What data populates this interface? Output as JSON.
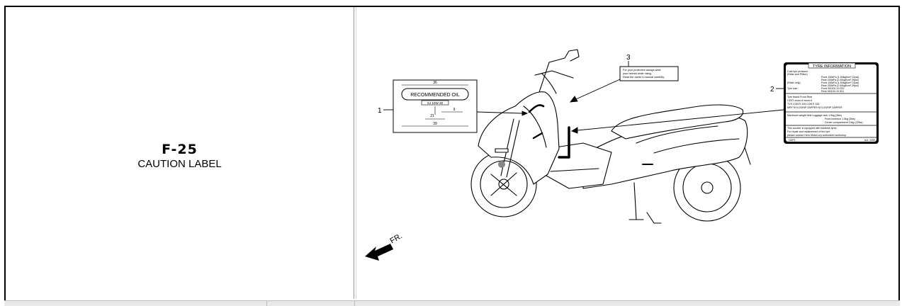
{
  "section": {
    "code": "F-25",
    "title": "CAUTION LABEL"
  },
  "figure": {
    "callouts": [
      "1",
      "2",
      "3"
    ],
    "direction_label": "FR.",
    "oil_label": {
      "title": "RECOMMENDED OIL",
      "grade": "SJ 10W-30",
      "dim_top": "36",
      "dim_mid_left": "21",
      "dim_mid_right": "9",
      "dim_bottom": "39"
    },
    "helmet_label": {
      "lines": [
        "For your protection always wear",
        "your helmet while riding.",
        "Read the owner's manual carefully."
      ]
    },
    "tyre_label": {
      "title": "TYRE INFORMATION",
      "lines": [
        "Cold tyre pressure :",
        "(Rider and Pillion)",
        "Front 150kPa (1.50kgf/cm² 22psi)",
        "Rear 200kPa (2.00kgf/cm² 29psi)",
        "(Rider only)",
        "Front 150kPa (1.50kgf/cm² 22psi)",
        "Rear 200kPa (2.00kgf/cm² 29psi)",
        "Tyre size :",
        "Front 90/100-10 53J",
        "Rear 90/100-10 53J",
        "Tyre brand    Front           Rear",
        "CEAT          zoom-d          zoom-d",
        "TVS           CONTI 325       CONTI 325",
        "MRF           NYLOGRIP ZAPPER NYLOGRIP ZAPPER",
        "Maximum weight limit  Luggage rack  1.5kg (3lbs)",
        "Front innerbox  1.5kg (3lbs)",
        "Center compartment  10kg (22lbs)",
        "This scooter is equipped with tubeless tyres.",
        "For repair and replacement of tire tyre",
        "please contact Hero MotoCorp authorized workshop.",
        "GDP1",
        "AJL 1090"
      ]
    }
  }
}
